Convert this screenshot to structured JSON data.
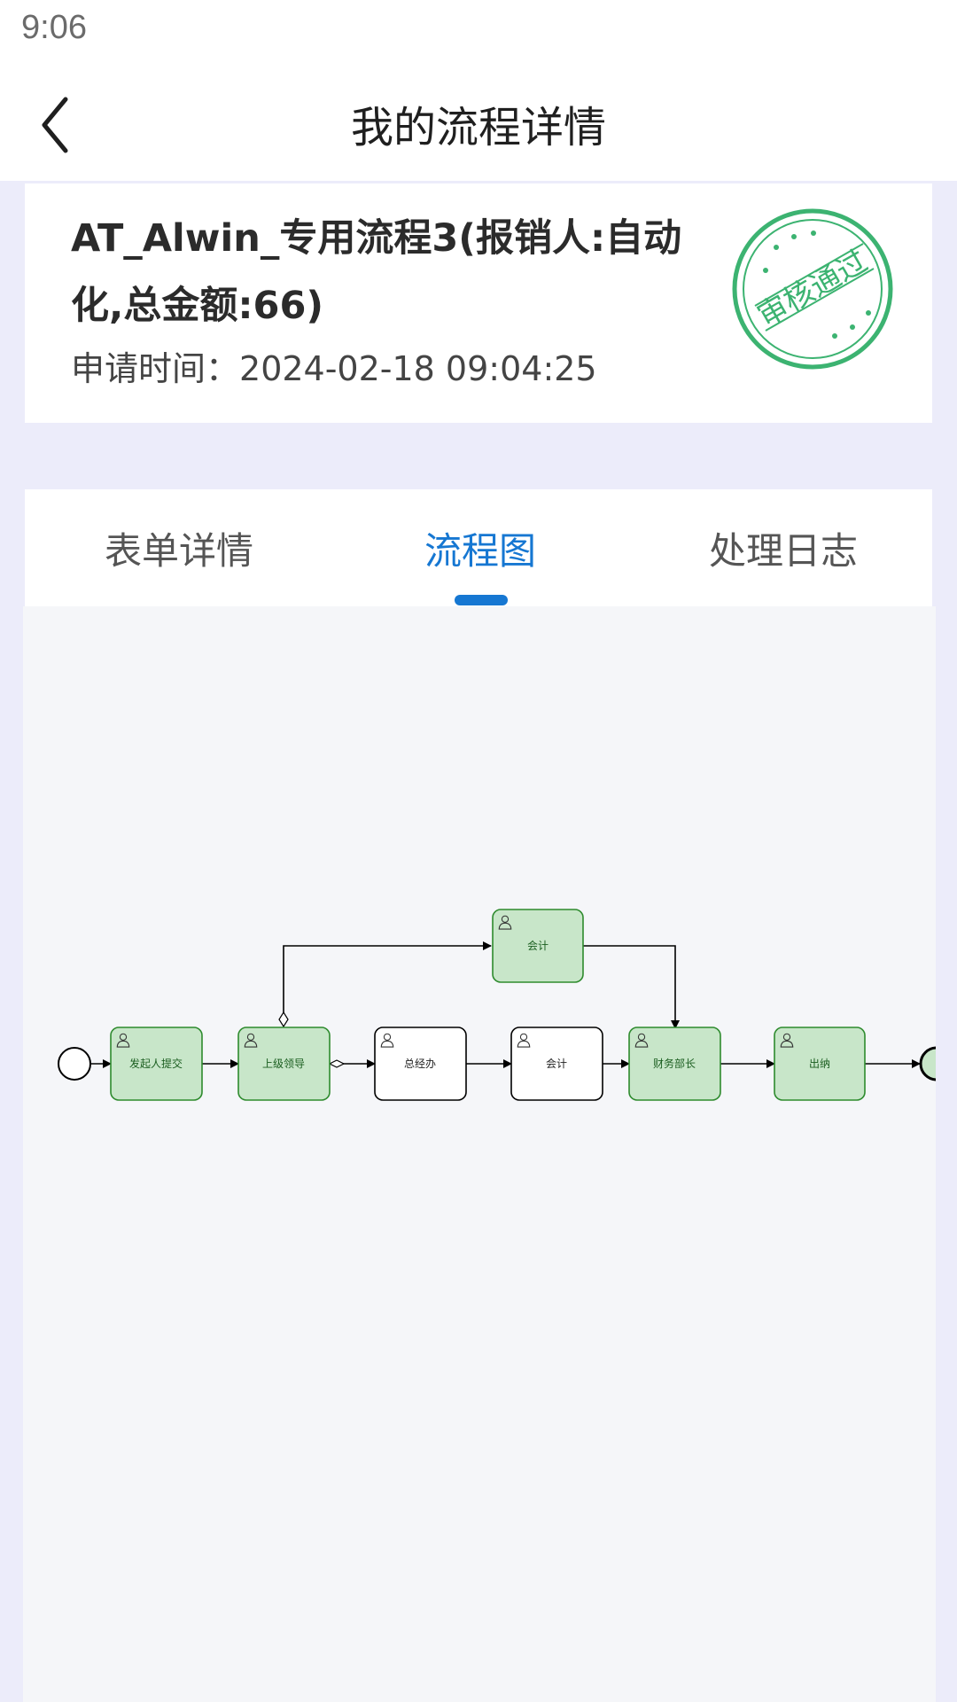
{
  "status_bar": {
    "time": "9:06"
  },
  "nav": {
    "back_icon": "chevron-left-icon",
    "title": "我的流程详情"
  },
  "process": {
    "title": "AT_Alwin_专用流程3(报销人:自动化,总金额:66)",
    "apply_time_label": "申请时间：",
    "apply_time": "2024-02-18 09:04:25",
    "stamp": {
      "text": "审核通过",
      "icon": "approved-stamp-icon",
      "color": "#3cb371"
    }
  },
  "tabs": [
    {
      "label": "表单详情",
      "active": false
    },
    {
      "label": "流程图",
      "active": true
    },
    {
      "label": "处理日志",
      "active": false
    }
  ],
  "colors": {
    "accent": "#1677d2",
    "completed_fill": "#c8e6c9",
    "completed_stroke": "#2e8b2e"
  },
  "flow": {
    "nodes": [
      {
        "label": "发起人提交",
        "status": "completed"
      },
      {
        "label": "上级领导",
        "status": "completed"
      },
      {
        "label": "会计",
        "status": "completed"
      },
      {
        "label": "总经办",
        "status": "pending"
      },
      {
        "label": "会计",
        "status": "pending"
      },
      {
        "label": "财务部长",
        "status": "completed"
      },
      {
        "label": "出纳",
        "status": "completed"
      }
    ]
  }
}
